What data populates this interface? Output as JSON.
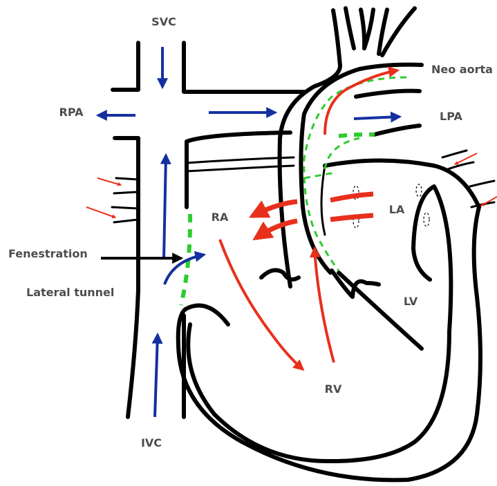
{
  "labels": {
    "svc": "SVC",
    "rpa": "RPA",
    "neo_aorta": "Neo aorta",
    "lpa": "LPA",
    "ra": "RA",
    "la": "LA",
    "lv": "LV",
    "rv": "RV",
    "ivc": "IVC",
    "fenestration": "Fenestration",
    "lateral_tunnel": "Lateral tunnel"
  },
  "colors": {
    "systemic_venous_flow": "#1430a0",
    "oxygenated_flow": "#e8301c",
    "surgical_lines": "#2ecc2e",
    "label_text": "#4d4d4d"
  }
}
